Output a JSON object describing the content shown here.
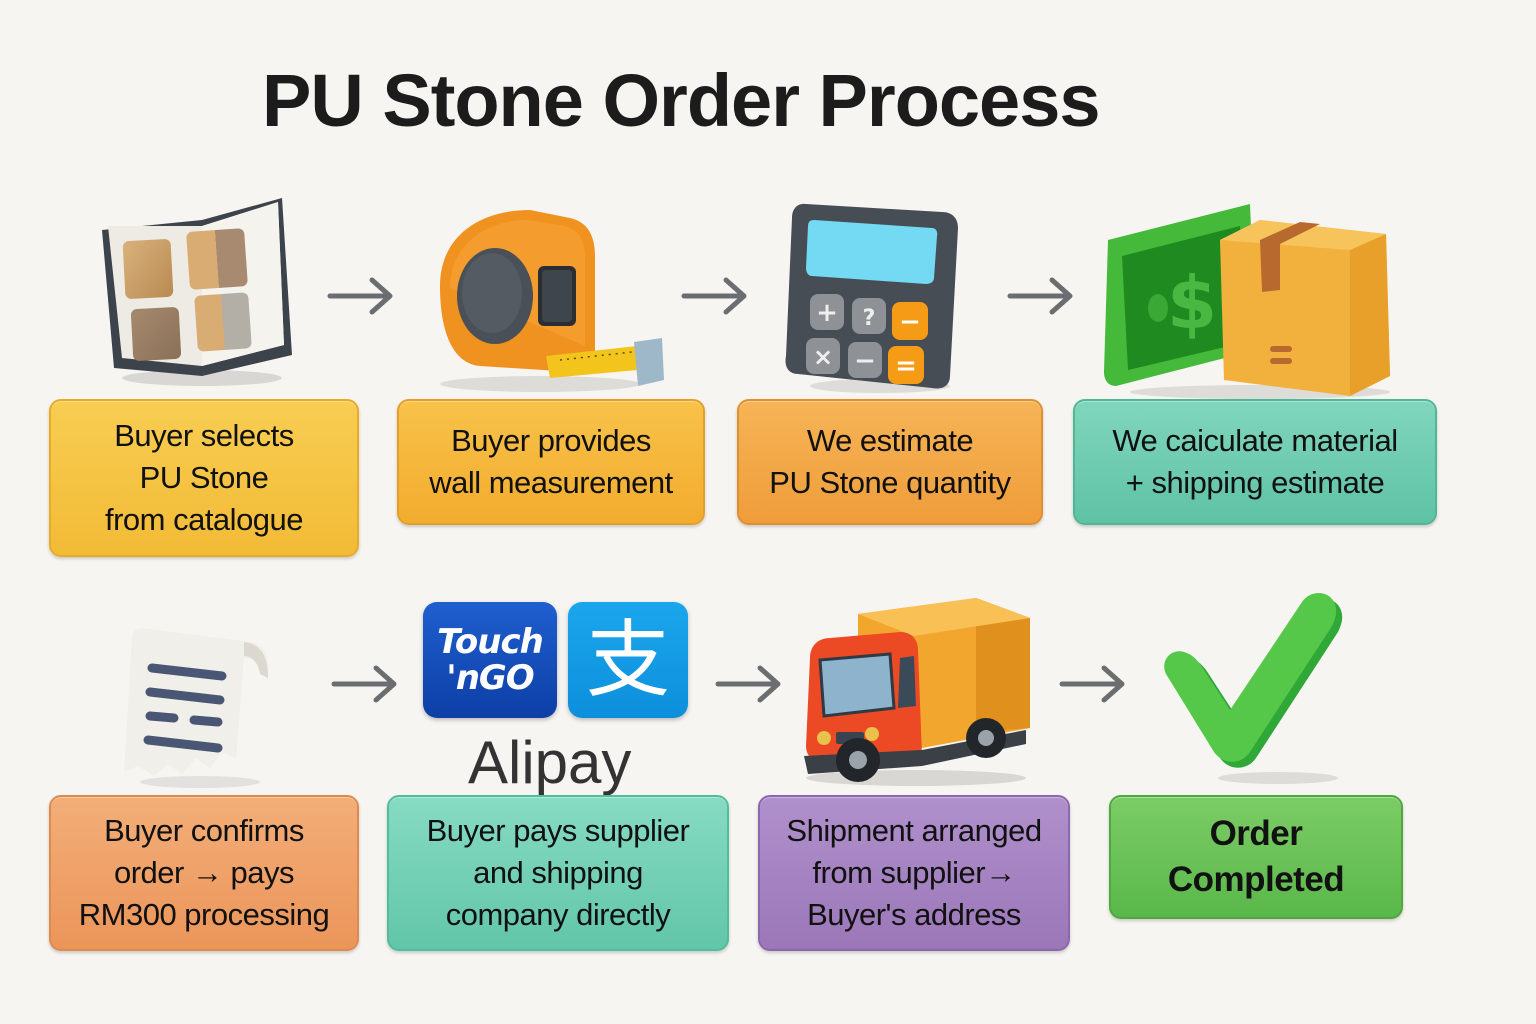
{
  "title": "PU Stone Order Process",
  "steps": [
    {
      "id": 1,
      "label": "Buyer selects\nPU Stone\nfrom catalogue",
      "color": "#f6c544",
      "border": "#e6ac28",
      "icon": "stone-catalogue-icon"
    },
    {
      "id": 2,
      "label": "Buyer provides\nwall measurement",
      "color": "#f5b73c",
      "border": "#e39f26",
      "icon": "tape-measure-icon"
    },
    {
      "id": 3,
      "label": "We estimate\nPU Stone quantity",
      "color": "#f2a848",
      "border": "#df8f2e",
      "icon": "calculator-icon"
    },
    {
      "id": 4,
      "label": "We caiculate material\n+ shipping estimate",
      "color": "#6fcfb0",
      "border": "#4fb796",
      "icon": "money-and-box-icon"
    },
    {
      "id": 5,
      "label": "Buyer confirms\norder → pays\nRM300 processing",
      "color": "#f0a36a",
      "border": "#dd8a4f",
      "icon": "receipt-icon"
    },
    {
      "id": 6,
      "label": "Buyer pays supplier\nand shipping\ncompany directly",
      "color": "#74d3b8",
      "border": "#52bd9c",
      "icon": "payment-logos-icon"
    },
    {
      "id": 7,
      "label": "Shipment arranged\nfrom supplier→\nBuyer's address",
      "color": "#a684c2",
      "border": "#8c67ad",
      "icon": "delivery-truck-icon"
    },
    {
      "id": 8,
      "label": "Order\nCompleted",
      "color": "#6cc35a",
      "border": "#4fa83f",
      "icon": "checkmark-icon"
    }
  ],
  "payment": {
    "touchngo_line1": "Touch",
    "touchngo_line2": "'nGO",
    "alipay_glyph": "支",
    "alipay_label": "Alipay"
  },
  "calculator": {
    "keys": [
      "+",
      "?",
      "−",
      "×",
      "−",
      "="
    ]
  },
  "money": {
    "symbol": "$"
  },
  "colors": {
    "background": "#f6f5f2",
    "arrow": "#6b6e70",
    "title": "#1c1c1c"
  }
}
